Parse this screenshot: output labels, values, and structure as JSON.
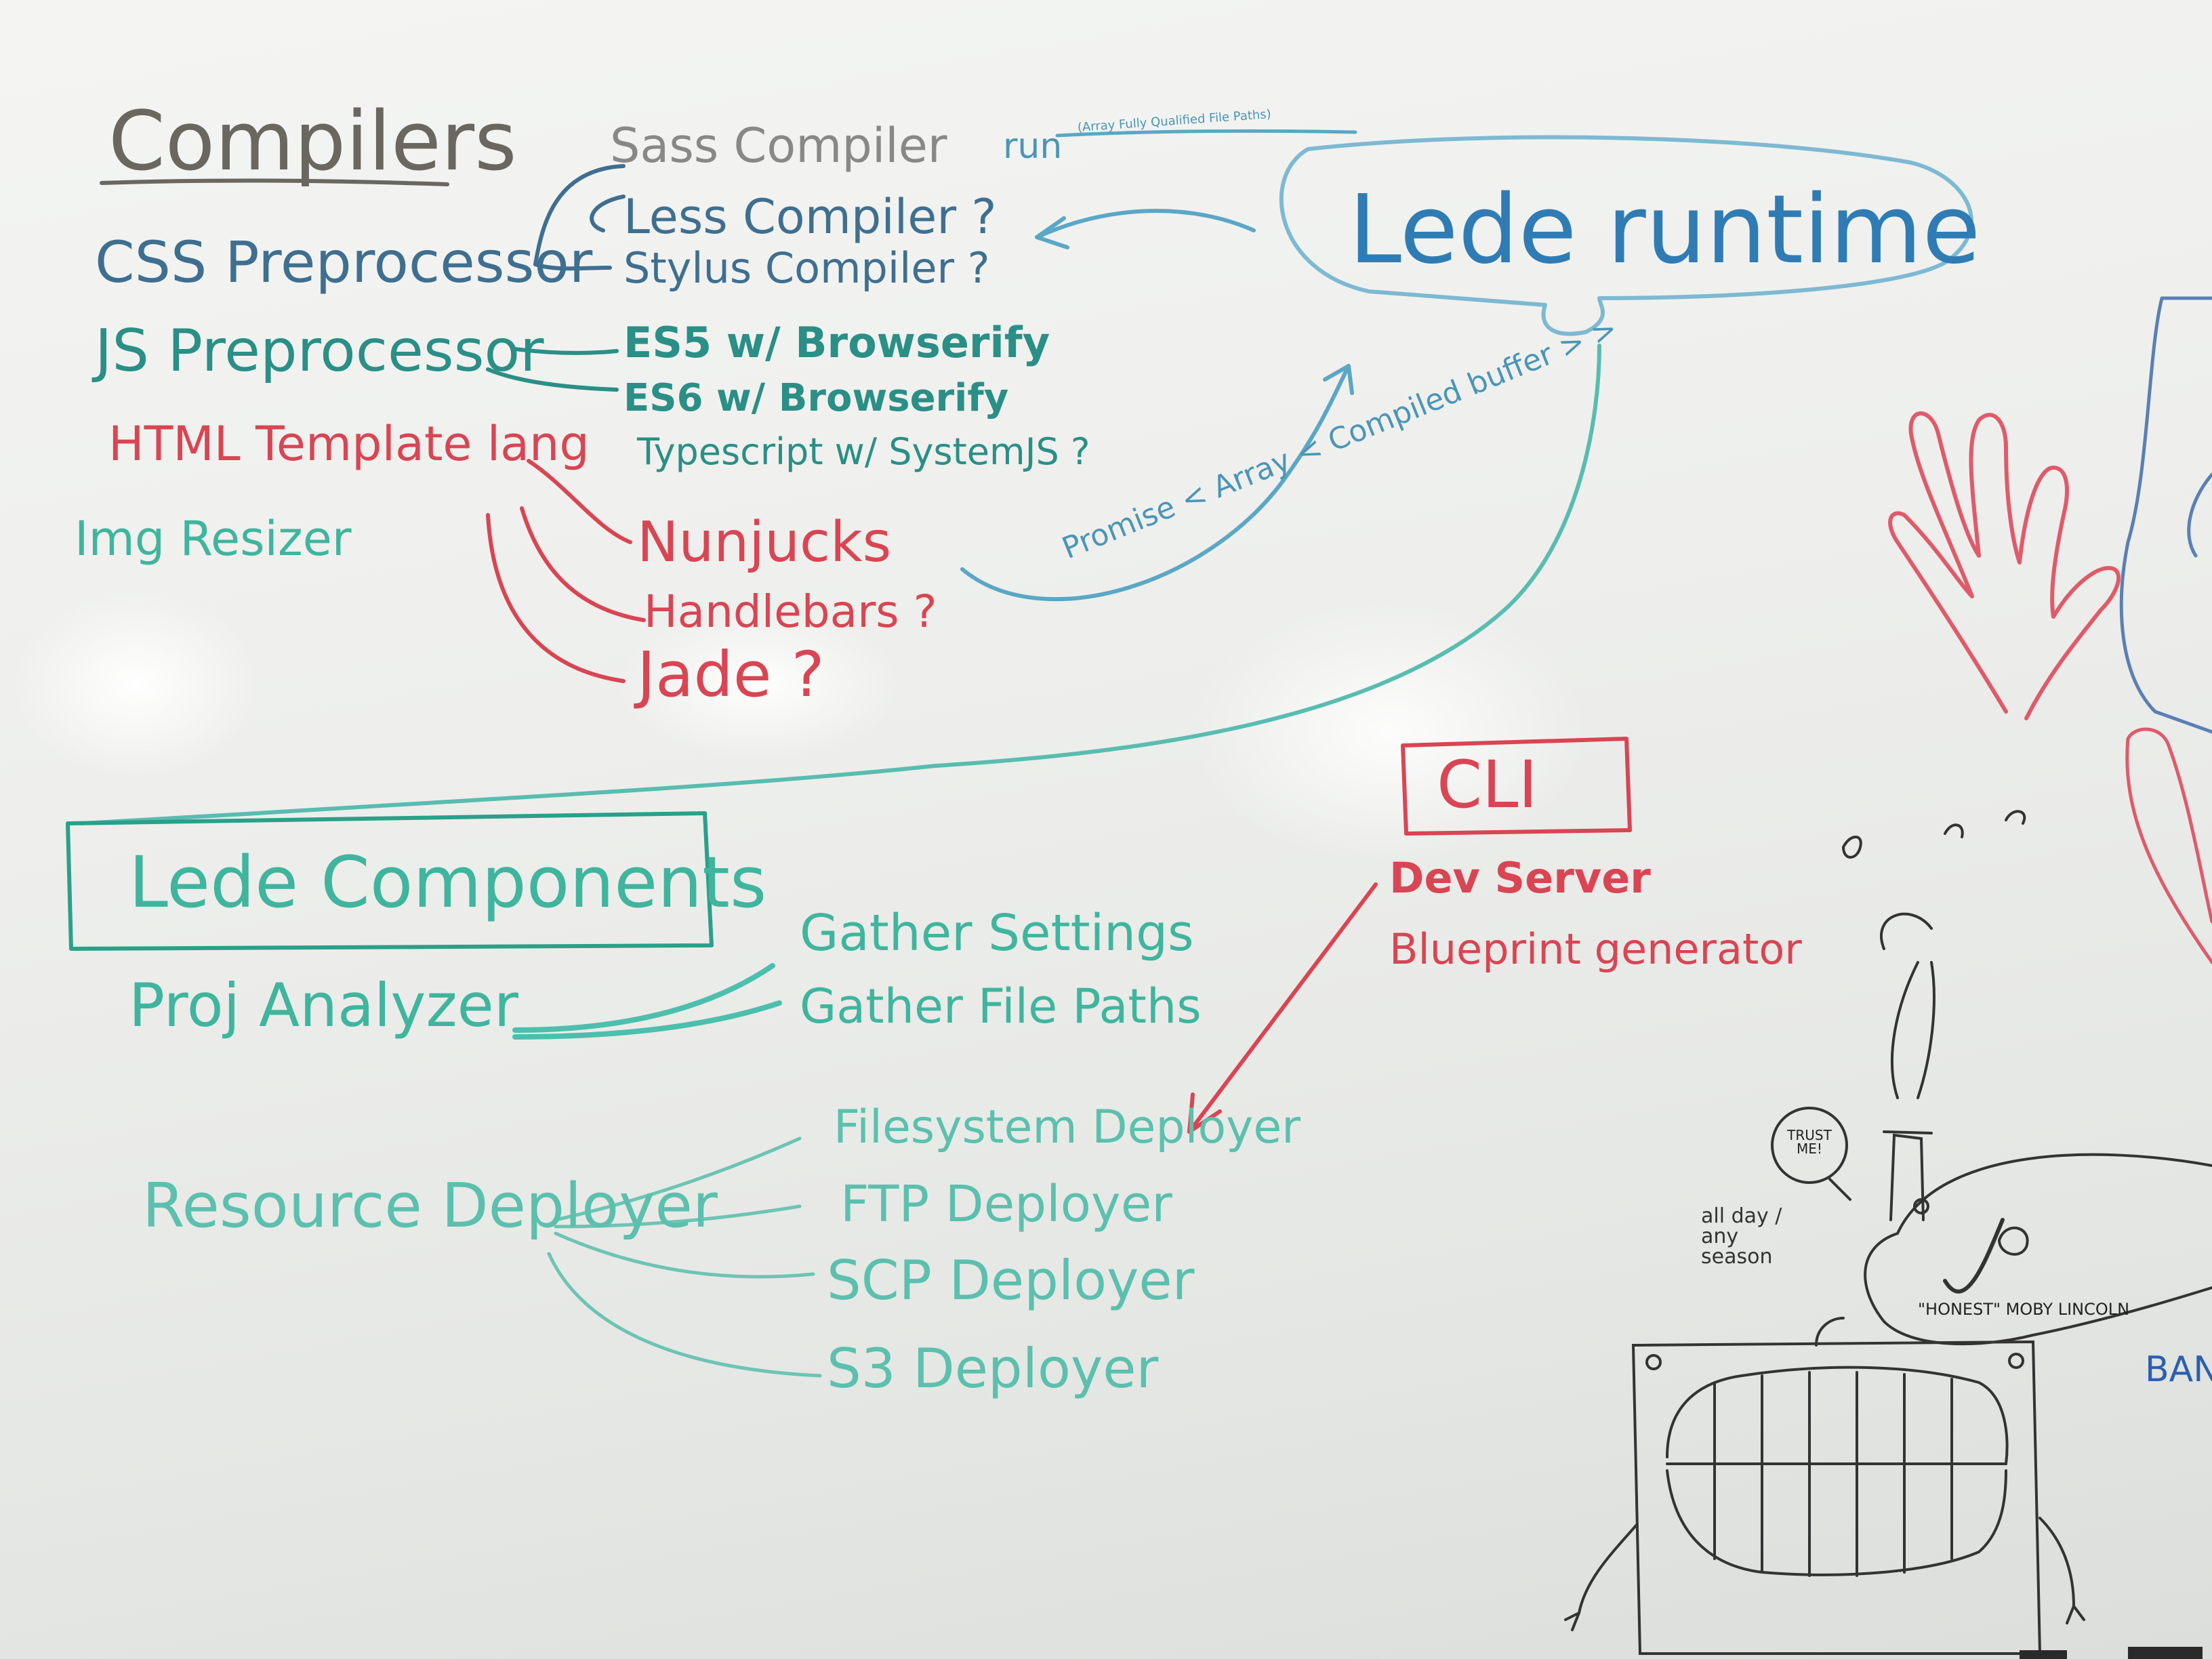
{
  "board": {
    "compilers_heading": "Compilers",
    "sass": "Sass Compiler",
    "run": "run",
    "run_args": "(Array Fully Qualified File Paths)",
    "less": "Less Compiler ?",
    "stylus": "Stylus Compiler ?",
    "css_pre": "CSS Preprocessor",
    "js_pre": "JS Preprocessor",
    "es5": "ES5 w/ Browserify",
    "es6": "ES6 w/ Browserify",
    "typescript": "Typescript w/ SystemJS ?",
    "html_tpl": "HTML Template lang",
    "nunjucks": "Nunjucks",
    "handlebars": "Handlebars ?",
    "jade": "Jade ?",
    "img_resizer": "Img Resizer",
    "lede_runtime": "Lede runtime",
    "promise": "Promise < Array < Compiled buffer > >",
    "lede_components": "Lede Components",
    "proj_analyzer": "Proj Analyzer",
    "gather_settings": "Gather Settings",
    "gather_paths": "Gather File Paths",
    "resource_deployer": "Resource Deployer",
    "fs_deployer": "Filesystem Deployer",
    "ftp_deployer": "FTP Deployer",
    "scp_deployer": "SCP Deployer",
    "s3_deployer": "S3 Deployer",
    "cli": "CLI",
    "dev_server": "Dev Server",
    "blueprint": "Blueprint generator",
    "trust_me": "TRUST ME!",
    "honest": "\"HONEST\" MOBY LINCOLN",
    "season": "all day / any season",
    "ban": "BAN"
  },
  "colors": {
    "blue": "#2f6f9a",
    "light_blue": "#4a95b8",
    "teal": "#2aa08a",
    "red": "#d94553",
    "gray": "#6a6660"
  }
}
